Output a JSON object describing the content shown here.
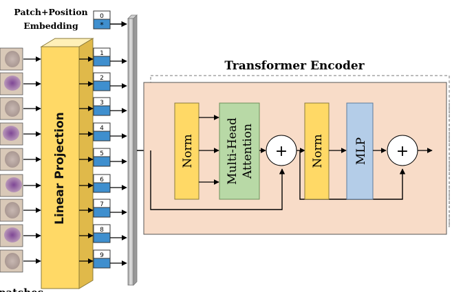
{
  "header": {
    "line1": "Patch+Position",
    "line2": "Embedding"
  },
  "projection": {
    "label": "Linear Projection"
  },
  "patches": {
    "caption": "patches",
    "count": 9
  },
  "tokens": {
    "class_index": "0",
    "class_marker": "*",
    "indices": [
      "1",
      "2",
      "3",
      "4",
      "5",
      "6",
      "7",
      "8",
      "9"
    ]
  },
  "encoder": {
    "title": "Transformer Encoder",
    "norm1": "Norm",
    "attention_line1": "Multi-Head",
    "attention_line2": "Attention",
    "add1": "+",
    "norm2": "Norm",
    "mlp": "MLP",
    "add2": "+"
  },
  "colors": {
    "accent_blue": "#3f8fce",
    "projection_yellow": "#ffd966",
    "norm_yellow": "#ffd966",
    "attention_green": "#b8d9a6",
    "mlp_blue": "#b4cde8",
    "encoder_bg": "#f8dcc8"
  }
}
